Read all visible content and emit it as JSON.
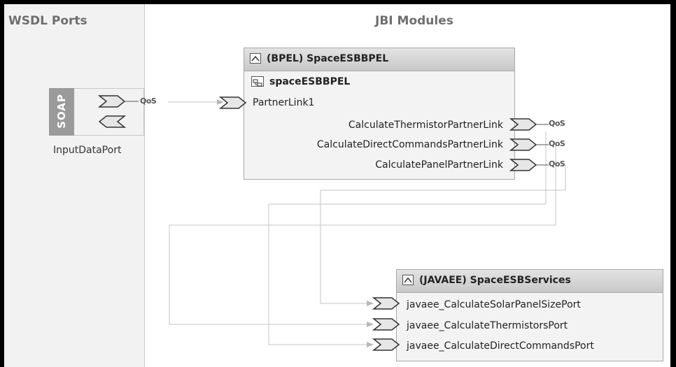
{
  "headers": {
    "wsdl_ports": "WSDL Ports",
    "jbi_modules": "JBI Modules"
  },
  "soap_port": {
    "binding": "SOAP",
    "name": "InputDataPort",
    "qos": "QoS"
  },
  "bpel_module": {
    "title": "(BPEL) SpaceESBBPEL",
    "process": "spaceESBBPEL",
    "partner_in": "PartnerLink1",
    "partners_out": [
      {
        "name": "CalculateThermistorPartnerLink",
        "qos": "QoS"
      },
      {
        "name": "CalculateDirectCommandsPartnerLink",
        "qos": "QoS"
      },
      {
        "name": "CalculatePanelPartnerLink",
        "qos": "QoS"
      }
    ]
  },
  "javaee_module": {
    "title": "(JAVAEE) SpaceESBServices",
    "ports": [
      "javaee_CalculateSolarPanelSizePort",
      "javaee_CalculateThermistorsPort",
      "javaee_CalculateDirectCommandsPort"
    ]
  },
  "colors": {
    "wire": "#c4c4c4",
    "panel": "#f2f2f2",
    "soap_tag": "#9a9a9a"
  }
}
